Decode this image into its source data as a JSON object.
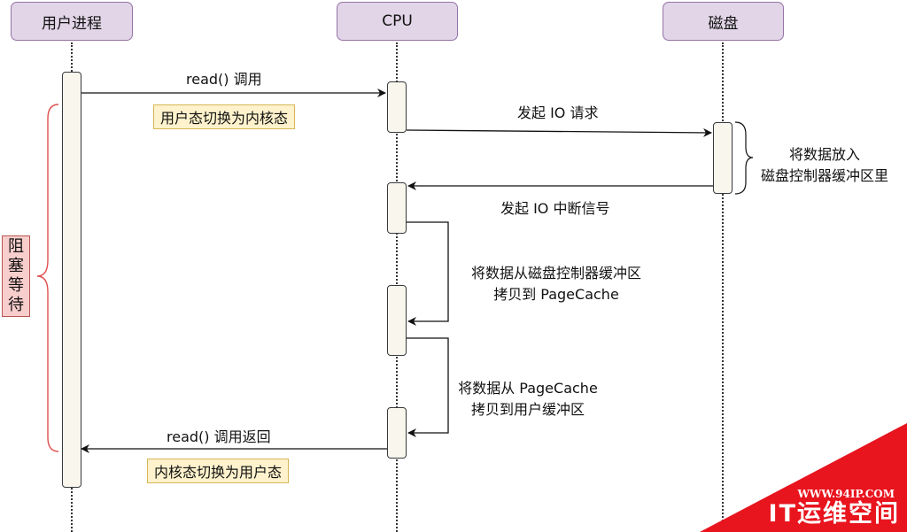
{
  "actors": {
    "user_process": "用户进程",
    "cpu": "CPU",
    "disk": "磁盘"
  },
  "messages": {
    "read_call": "read() 调用",
    "switch_to_kernel": "用户态切换为内核态",
    "io_request": "发起 IO 请求",
    "disk_note_line1": "将数据放入",
    "disk_note_line2": "磁盘控制器缓冲区里",
    "io_interrupt": "发起 IO 中断信号",
    "copy_to_pagecache_line1": "将数据从磁盘控制器缓冲区",
    "copy_to_pagecache_line2": "拷贝到 PageCache",
    "copy_to_user_line1": "将数据从 PageCache",
    "copy_to_user_line2": "拷贝到用户缓冲区",
    "read_return": "read() 调用返回",
    "switch_to_user": "内核态切换为用户态"
  },
  "blocked_wait": [
    "阻",
    "塞",
    "等",
    "待"
  ],
  "watermark": {
    "url": "WWW.94IP.COM",
    "name": "IT运维空间"
  },
  "colors": {
    "actor_fill": "#e1d5e7",
    "note_fill": "#fff2cc",
    "blocked_fill": "#f8cecc",
    "bracket": "#e05050",
    "watermark": "#e8141e"
  }
}
